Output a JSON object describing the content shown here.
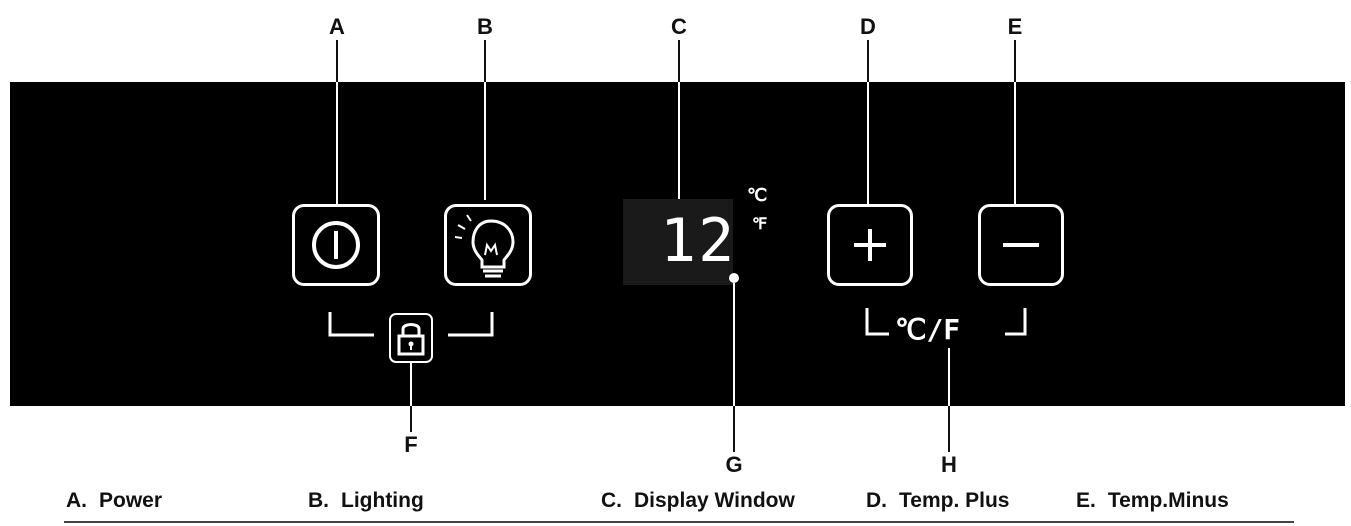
{
  "callouts": {
    "a": "A",
    "b": "B",
    "c": "C",
    "d": "D",
    "e": "E",
    "f": "F",
    "g": "G",
    "h": "H"
  },
  "display": {
    "value": "12",
    "unit_c": "℃",
    "unit_f": "℉",
    "toggle_label": "℃/F"
  },
  "icons": {
    "power": "power-icon",
    "lighting": "light-bulb-icon",
    "lock": "lock-icon",
    "plus": "plus-icon",
    "minus": "minus-icon"
  },
  "legend": [
    {
      "letter": "A.",
      "label": "Power"
    },
    {
      "letter": "B.",
      "label": "Lighting"
    },
    {
      "letter": "C.",
      "label": "Display Window"
    },
    {
      "letter": "D.",
      "label": "Temp. Plus"
    },
    {
      "letter": "E.",
      "label": "Temp.Minus"
    }
  ],
  "colors": {
    "panel": "#000000",
    "symbol": "#ffffff",
    "text": "#111111"
  }
}
